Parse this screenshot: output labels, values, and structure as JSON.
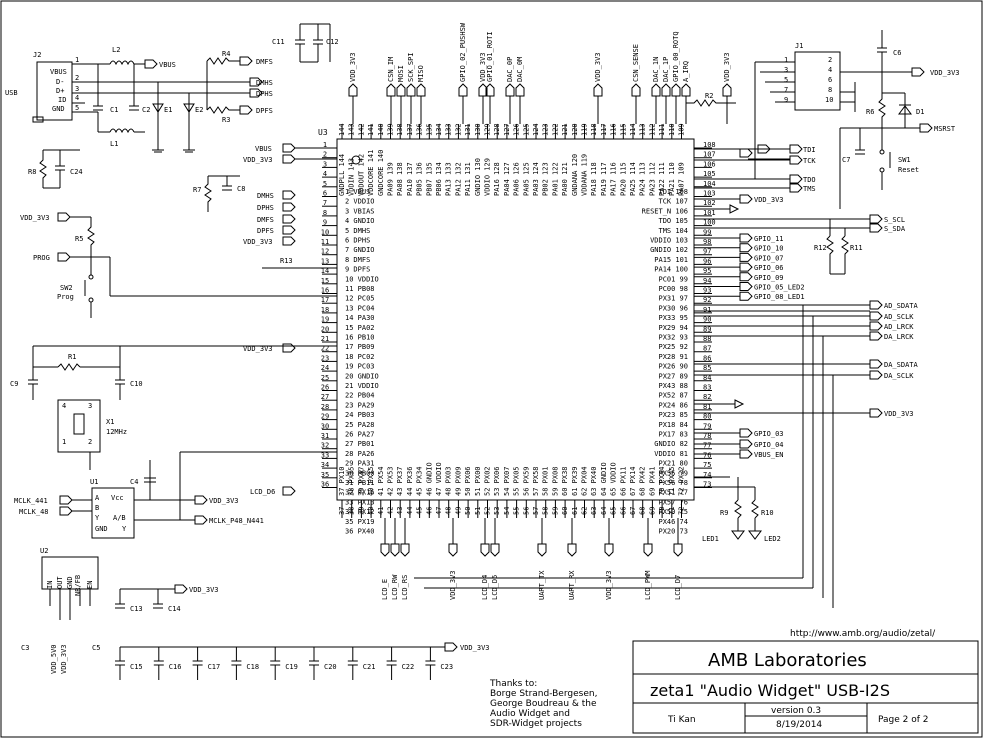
{
  "ic_u3": {
    "ref": "U3",
    "left_pins": [
      {
        "n": "1",
        "name": "VBUS"
      },
      {
        "n": "2",
        "name": "VDDIO"
      },
      {
        "n": "3",
        "name": "VBIAS"
      },
      {
        "n": "4",
        "name": "GNDIO"
      },
      {
        "n": "5",
        "name": "DMHS"
      },
      {
        "n": "6",
        "name": "DPHS"
      },
      {
        "n": "7",
        "name": "GNDIO"
      },
      {
        "n": "8",
        "name": "DMFS"
      },
      {
        "n": "9",
        "name": "DPFS"
      },
      {
        "n": "10",
        "name": "VDDIO"
      },
      {
        "n": "11",
        "name": "PB08"
      },
      {
        "n": "12",
        "name": "PC05"
      },
      {
        "n": "13",
        "name": "PC04"
      },
      {
        "n": "14",
        "name": "PA30"
      },
      {
        "n": "15",
        "name": "PA02"
      },
      {
        "n": "16",
        "name": "PB10"
      },
      {
        "n": "17",
        "name": "PB09"
      },
      {
        "n": "18",
        "name": "PC02"
      },
      {
        "n": "19",
        "name": "PC03"
      },
      {
        "n": "20",
        "name": "GNDIO"
      },
      {
        "n": "21",
        "name": "VDDIO"
      },
      {
        "n": "22",
        "name": "PB04"
      },
      {
        "n": "23",
        "name": "PA29"
      },
      {
        "n": "24",
        "name": "PB03"
      },
      {
        "n": "25",
        "name": "PA28"
      },
      {
        "n": "26",
        "name": "PA27"
      },
      {
        "n": "27",
        "name": "PB01"
      },
      {
        "n": "28",
        "name": "PA26"
      },
      {
        "n": "29",
        "name": "PA31"
      },
      {
        "n": "30",
        "name": "PB00"
      },
      {
        "n": "31",
        "name": "PB11"
      },
      {
        "n": "32",
        "name": "PX16"
      },
      {
        "n": "33",
        "name": "PX13"
      },
      {
        "n": "34",
        "name": "PX12"
      },
      {
        "n": "35",
        "name": "PX19"
      },
      {
        "n": "36",
        "name": "PX40"
      }
    ],
    "right_pins": [
      {
        "n": "108",
        "name": "TDI"
      },
      {
        "n": "107",
        "name": "TCK"
      },
      {
        "n": "106",
        "name": "RESET_N"
      },
      {
        "n": "105",
        "name": "TDO"
      },
      {
        "n": "104",
        "name": "TMS"
      },
      {
        "n": "103",
        "name": "VDDIO"
      },
      {
        "n": "102",
        "name": "GNDIO"
      },
      {
        "n": "101",
        "name": "PA15"
      },
      {
        "n": "100",
        "name": "PA14"
      },
      {
        "n": "99",
        "name": "PC01"
      },
      {
        "n": "98",
        "name": "PC00"
      },
      {
        "n": "97",
        "name": "PX31"
      },
      {
        "n": "96",
        "name": "PX30"
      },
      {
        "n": "95",
        "name": "PX33"
      },
      {
        "n": "94",
        "name": "PX29"
      },
      {
        "n": "93",
        "name": "PX32"
      },
      {
        "n": "92",
        "name": "PX25"
      },
      {
        "n": "91",
        "name": "PX28"
      },
      {
        "n": "90",
        "name": "PX26"
      },
      {
        "n": "89",
        "name": "PX27"
      },
      {
        "n": "88",
        "name": "PX43"
      },
      {
        "n": "87",
        "name": "PX52"
      },
      {
        "n": "86",
        "name": "PX24"
      },
      {
        "n": "85",
        "name": "PX23"
      },
      {
        "n": "84",
        "name": "PX18"
      },
      {
        "n": "83",
        "name": "PX17"
      },
      {
        "n": "82",
        "name": "GNDIO"
      },
      {
        "n": "81",
        "name": "VDDIO"
      },
      {
        "n": "80",
        "name": "PX21"
      },
      {
        "n": "79",
        "name": "PX55"
      },
      {
        "n": "78",
        "name": "PX56"
      },
      {
        "n": "77",
        "name": "PX51"
      },
      {
        "n": "76",
        "name": "PX57"
      },
      {
        "n": "75",
        "name": "PX50"
      },
      {
        "n": "74",
        "name": "PX46"
      },
      {
        "n": "73",
        "name": "PX20"
      }
    ],
    "top_pins": [
      {
        "n": "144",
        "name": "GNDPLL"
      },
      {
        "n": "143",
        "name": "VDDIN"
      },
      {
        "n": "142",
        "name": "VDDOUT"
      },
      {
        "n": "141",
        "name": "VDDCORE"
      },
      {
        "n": "140",
        "name": "GNDCORE"
      },
      {
        "n": "139",
        "name": "PA09"
      },
      {
        "n": "138",
        "name": "PA08"
      },
      {
        "n": "137",
        "name": "PA10"
      },
      {
        "n": "136",
        "name": "PB05"
      },
      {
        "n": "135",
        "name": "PB07"
      },
      {
        "n": "134",
        "name": "PB06"
      },
      {
        "n": "133",
        "name": "PA13"
      },
      {
        "n": "132",
        "name": "PA12"
      },
      {
        "n": "131",
        "name": "PA11"
      },
      {
        "n": "130",
        "name": "GNDIO"
      },
      {
        "n": "129",
        "name": "VDDIO"
      },
      {
        "n": "128",
        "name": "PA16"
      },
      {
        "n": "127",
        "name": "PA04"
      },
      {
        "n": "126",
        "name": "PA06"
      },
      {
        "n": "125",
        "name": "PA05"
      },
      {
        "n": "124",
        "name": "PA03"
      },
      {
        "n": "123",
        "name": "PB02"
      },
      {
        "n": "122",
        "name": "PA01"
      },
      {
        "n": "121",
        "name": "PA00"
      },
      {
        "n": "120",
        "name": "GNDANA"
      },
      {
        "n": "119",
        "name": "VDDANA"
      },
      {
        "n": "118",
        "name": "PA18"
      },
      {
        "n": "117",
        "name": "PA19"
      },
      {
        "n": "116",
        "name": "PA17"
      },
      {
        "n": "115",
        "name": "PA20"
      },
      {
        "n": "114",
        "name": "PA25"
      },
      {
        "n": "113",
        "name": "PA24"
      },
      {
        "n": "112",
        "name": "PA23"
      },
      {
        "n": "111",
        "name": "PA22"
      },
      {
        "n": "110",
        "name": "PA21"
      },
      {
        "n": "109",
        "name": "PA07"
      }
    ],
    "bottom_pins": [
      {
        "n": "37",
        "name": "PX10"
      },
      {
        "n": "38",
        "name": "PX35"
      },
      {
        "n": "39",
        "name": "PX47"
      },
      {
        "n": "40",
        "name": "PX15"
      },
      {
        "n": "41",
        "name": "PX54"
      },
      {
        "n": "42",
        "name": "PX53"
      },
      {
        "n": "43",
        "name": "PX37"
      },
      {
        "n": "44",
        "name": "PX36"
      },
      {
        "n": "45",
        "name": "PX34"
      },
      {
        "n": "46",
        "name": "GNDIO"
      },
      {
        "n": "47",
        "name": "VDDIO"
      },
      {
        "n": "48",
        "name": "PX03"
      },
      {
        "n": "49",
        "name": "PX09"
      },
      {
        "n": "50",
        "name": "PX06"
      },
      {
        "n": "51",
        "name": "PX00"
      },
      {
        "n": "52",
        "name": "PX02"
      },
      {
        "n": "53",
        "name": "PX06"
      },
      {
        "n": "54",
        "name": "PX07"
      },
      {
        "n": "55",
        "name": "PX05"
      },
      {
        "n": "56",
        "name": "PX59"
      },
      {
        "n": "57",
        "name": "PX58"
      },
      {
        "n": "58",
        "name": "PX01"
      },
      {
        "n": "59",
        "name": "PX08"
      },
      {
        "n": "60",
        "name": "PX38"
      },
      {
        "n": "61",
        "name": "PX39"
      },
      {
        "n": "62",
        "name": "PX04"
      },
      {
        "n": "63",
        "name": "PX40"
      },
      {
        "n": "64",
        "name": "GNDIO"
      },
      {
        "n": "65",
        "name": "VDDIO"
      },
      {
        "n": "66",
        "name": "PX11"
      },
      {
        "n": "67",
        "name": "PX14"
      },
      {
        "n": "68",
        "name": "PX42"
      },
      {
        "n": "69",
        "name": "PX41"
      },
      {
        "n": "70",
        "name": "PX44"
      },
      {
        "n": "71",
        "name": "PX45"
      },
      {
        "n": "72",
        "name": "PX22"
      }
    ]
  },
  "top_signals": [
    "VDD_3V3",
    "CSN_IM",
    "MOSI",
    "SCK_SPI",
    "MISO",
    "GPIO_02_PUSHSW",
    "GPIO_01_ROTI",
    "VDD_3V3",
    "DAC_0P",
    "DAC_0M",
    "VDD_3V3",
    "CSN_SENSE",
    "DAC_1N",
    "DAC_1P",
    "GPIO_00_ROTQ",
    "A_IRQ",
    "VDD_3V3"
  ],
  "left_nets": {
    "vbus": "VBUS",
    "dmhs": "DMHS",
    "dphs": "DPHS",
    "dmfs": "DMFS",
    "dpfs": "DPFS",
    "vdd": "VDD_3V3",
    "prog": "PROG",
    "vdd_r5": "VDD_3V3",
    "vdd_21": "VDD_3V3",
    "lcd_d6": "LCD_D6"
  },
  "right_nets": {
    "tdi": "TDI",
    "tck": "TCK",
    "tdo": "TDO",
    "tms": "TMS",
    "vdd_top": "VDD_3V3",
    "vdd_mid": "VDD_3V3",
    "vdd_j1": "VDD_3V3",
    "msrst": "MSRST",
    "s_scl": "S_SCL",
    "s_sda": "S_SDA",
    "gpio11": "GPIO_11",
    "gpio10": "GPIO_10",
    "gpio07": "GPIO_07",
    "gpio06": "GPIO_06",
    "gpio09": "GPIO_09",
    "gpio05": "GPIO_05_LED2",
    "gpio08": "GPIO_08_LED1",
    "ad_sdata": "AD_SDATA",
    "ad_sclk": "AD_SCLK",
    "ad_lrck": "AD_LRCK",
    "da_lrck": "DA_LRCK",
    "da_sdata": "DA_SDATA",
    "da_sclk": "DA_SCLK",
    "gpio03": "GPIO_03",
    "gpio04": "GPIO_04",
    "vbus_en": "VBUS_EN"
  },
  "bottom_signals": [
    "LCD_E",
    "LCD_RW",
    "LCD_RS",
    "VDD_3V3",
    "LCD_D4",
    "LCD_D5",
    "UART_TX",
    "UART_RX",
    "VDD_3V3",
    "LCD_PWM",
    "LCD_D7"
  ],
  "components": {
    "J2": "J2",
    "USB": "USB",
    "L2": "L2",
    "L1": "L1",
    "C1": "C1",
    "C2": "C2",
    "E1": "E1",
    "E2": "E2",
    "R4": "R4",
    "R3": "R3",
    "C11": "C11",
    "C12": "C12",
    "R8": "R8",
    "C24": "C24",
    "R7": "R7",
    "C8": "C8",
    "R5": "R5",
    "SW2": "SW2",
    "Prog": "Prog",
    "R13": "R13",
    "R1": "R1",
    "C9": "C9",
    "C10": "C10",
    "X1": "X1",
    "X1v": "12MHz",
    "C4": "C4",
    "U1": "U1",
    "U2": "U2",
    "J1": "J1",
    "C6": "C6",
    "R6": "R6",
    "D1": "D1",
    "C7": "C7",
    "SW1": "SW1",
    "Reset": "Reset",
    "R2": "R2",
    "R12": "R12",
    "R11": "R11",
    "R9": "R9",
    "R10": "R10",
    "LED1": "LED1",
    "LED2": "LED2",
    "C3": "C3",
    "C5": "C5",
    "C13": "C13",
    "C14": "C14",
    "C15": "C15",
    "C16": "C16",
    "C17": "C17",
    "C18": "C18",
    "C19": "C19",
    "C20": "C20",
    "C21": "C21",
    "C22": "C22",
    "C23": "C23"
  },
  "usb_pins": [
    "VBUS",
    "D-",
    "D+",
    "ID",
    "GND"
  ],
  "u1": {
    "vcc": "Vcc",
    "a": "A",
    "b": "B",
    "y": "Y",
    "sel": "A/B",
    "gnd": "GND",
    "mclk441": "MCLK_441",
    "mclk48": "MCLK_48",
    "out": "MCLK_P48_N441",
    "vdd": "VDD_3V3"
  },
  "u2": {
    "pins": [
      "IN",
      "OUT",
      "GND",
      "NR/FB",
      "EN"
    ],
    "vdd5": "VDD_5V0",
    "vdd33": "VDD_3V3"
  },
  "cap_vdd": [
    "VDD_3V3",
    "VDD_3V3"
  ],
  "url": "http://www.amb.org/audio/zetal/",
  "thanks": [
    "Thanks to:",
    "Borge Strand-Bergesen,",
    "George Boudreau & the",
    "Audio Widget and",
    "SDR-Widget projects"
  ],
  "title_block": {
    "company": "AMB Laboratories",
    "title": "zeta1 \"Audio Widget\" USB-I2S",
    "author": "Ti Kan",
    "version": "version 0.3",
    "date": "8/19/2014",
    "page": "Page 2 of 2"
  }
}
